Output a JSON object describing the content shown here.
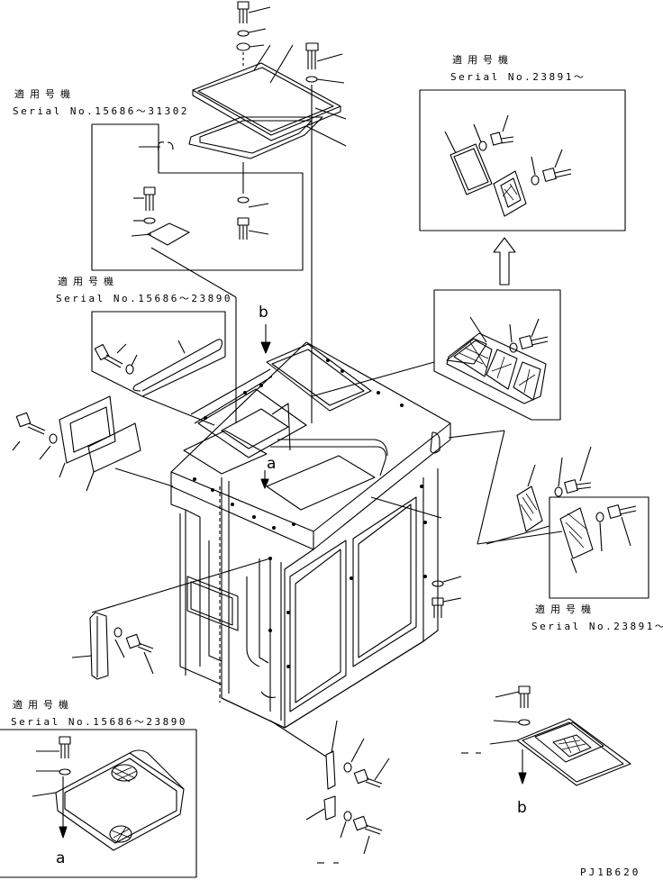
{
  "drawing_code": "PJ1B620",
  "serial_notes": [
    {
      "heading": "適用号機",
      "serial": "Serial No.15686～31302"
    },
    {
      "heading": "適用号機",
      "serial": "Serial No.15686～23890"
    },
    {
      "heading": "適用号機",
      "serial": "Serial No.23891～"
    },
    {
      "heading": "適用号機",
      "serial": "Serial No.23891～"
    },
    {
      "heading": "適用号機",
      "serial": "Serial No.15686～23890"
    }
  ],
  "view_markers": {
    "a": "a",
    "b": "b"
  },
  "colors": {
    "line": "#000000",
    "background": "#ffffff"
  }
}
